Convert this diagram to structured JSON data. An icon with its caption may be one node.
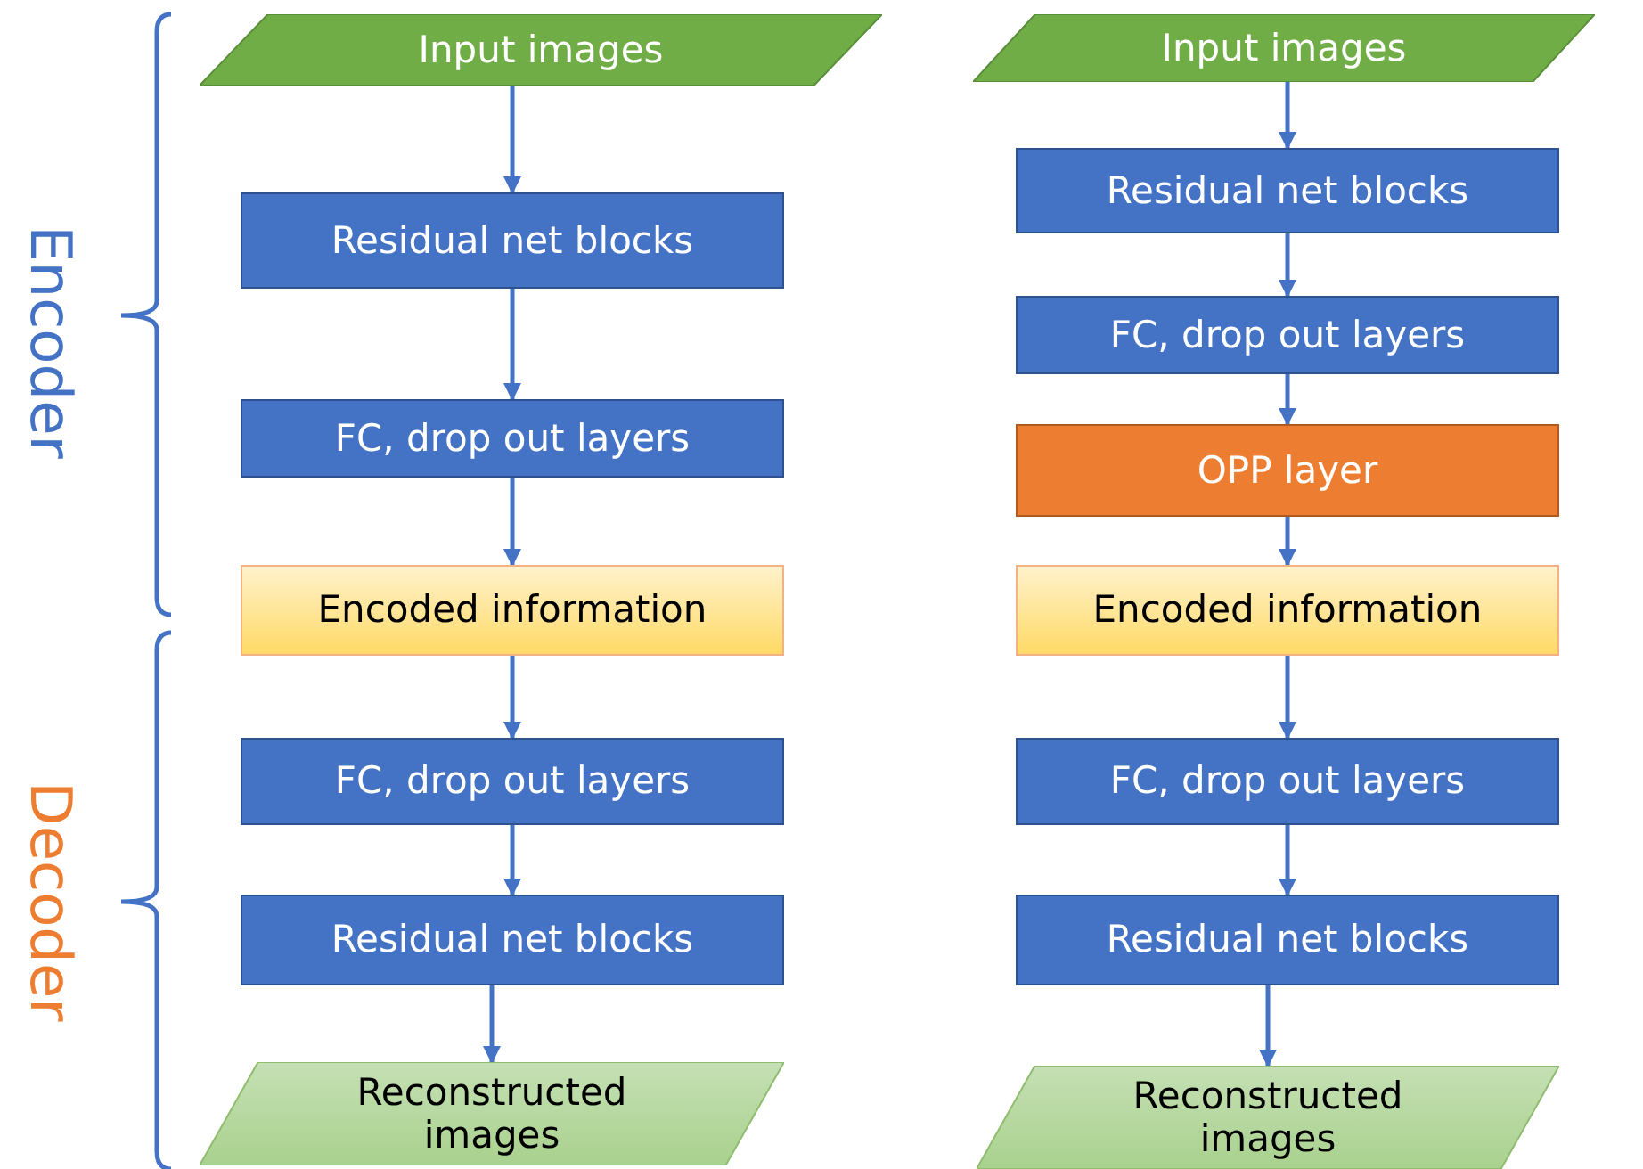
{
  "diagram": {
    "nodes": [
      {
        "text": [
          "Input images"
        ]
      },
      {
        "text": [
          "Residual net blocks"
        ]
      },
      {
        "text": [
          "FC, drop out layers"
        ]
      },
      {
        "text": [
          "Encoded information"
        ]
      },
      {
        "text": [
          "FC, drop out layers"
        ]
      },
      {
        "text": [
          "Residual net blocks"
        ]
      },
      {
        "text": [
          "Reconstructed images"
        ]
      },
      {
        "text": [
          "Input images"
        ]
      },
      {
        "text": [
          "Residual net blocks"
        ]
      },
      {
        "text": [
          "FC, drop out layers"
        ]
      },
      {
        "text": [
          "OPP layer"
        ]
      },
      {
        "text": [
          "Encoded information"
        ]
      },
      {
        "text": [
          "FC, drop out layers"
        ]
      },
      {
        "text": [
          "Residual net blocks"
        ]
      },
      {
        "text": [
          "Reconstructed images"
        ]
      }
    ],
    "edges": [
      {
        "from": 0,
        "to": 1,
        "arrow": "to"
      },
      {
        "from": 1,
        "to": 2,
        "arrow": "to"
      },
      {
        "from": 2,
        "to": 3,
        "arrow": "to"
      },
      {
        "from": 3,
        "to": 4,
        "arrow": "to"
      },
      {
        "from": 4,
        "to": 5,
        "arrow": "to"
      },
      {
        "from": 5,
        "to": 6,
        "arrow": "to"
      },
      {
        "from": 7,
        "to": 8,
        "arrow": "to"
      },
      {
        "from": 8,
        "to": 9,
        "arrow": "to"
      },
      {
        "from": 9,
        "to": 10,
        "arrow": "to"
      },
      {
        "from": 10,
        "to": 11,
        "arrow": "to"
      },
      {
        "from": 11,
        "to": 12,
        "arrow": "to"
      },
      {
        "from": 12,
        "to": 13,
        "arrow": "to"
      },
      {
        "from": 13,
        "to": 14,
        "arrow": "to"
      }
    ],
    "labels": [
      "Encoder",
      "Decoder"
    ]
  }
}
